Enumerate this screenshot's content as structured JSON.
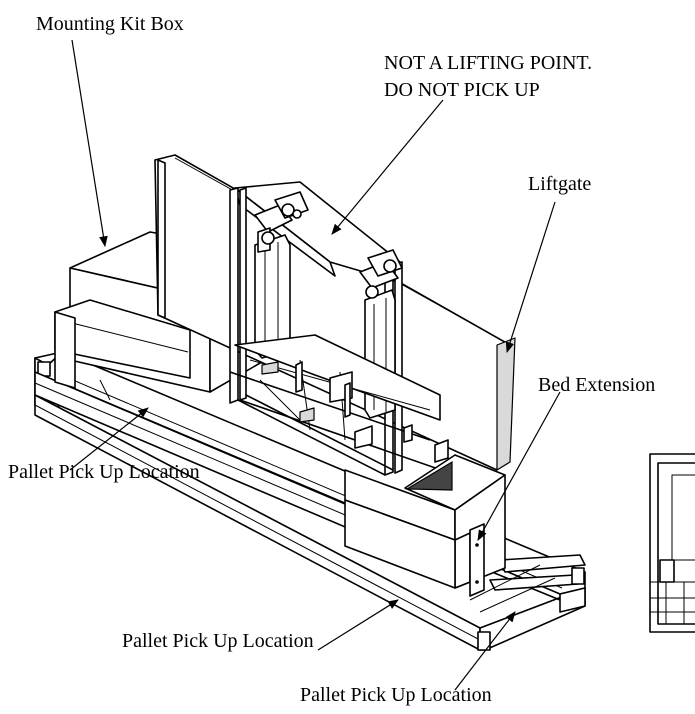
{
  "labels": {
    "mounting_kit_box": "Mounting Kit Box",
    "not_lifting_line1": "NOT A LIFTING POINT.",
    "not_lifting_line2": "DO NOT PICK UP",
    "liftgate": "Liftgate",
    "bed_extension": "Bed Extension",
    "pallet_pick_up_left": "Pallet Pick Up Location",
    "pallet_pick_up_center": "Pallet Pick Up Location",
    "pallet_pick_up_bottom": "Pallet Pick Up Location"
  }
}
